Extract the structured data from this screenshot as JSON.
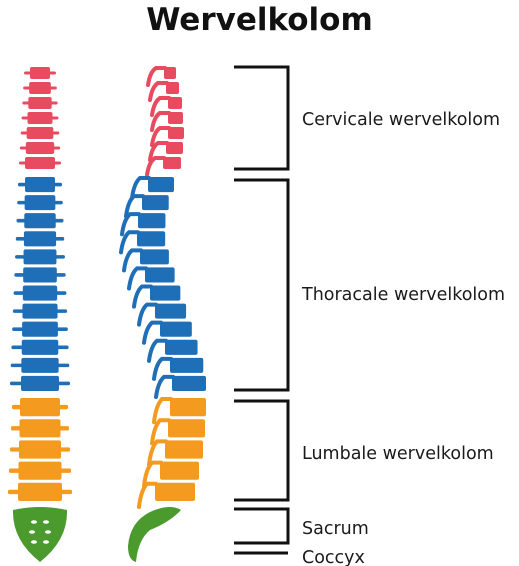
{
  "title": "Wervelkolom",
  "regions": [
    {
      "key": "cervical",
      "label": "Cervicale wervelkolom",
      "color": "#e84a5f",
      "vertebrae": 7
    },
    {
      "key": "thoracic",
      "label": "Thoracale wervelkolom",
      "color": "#1f6fb8",
      "vertebrae": 12
    },
    {
      "key": "lumbar",
      "label": "Lumbale wervelkolom",
      "color": "#f39a1f",
      "vertebrae": 5
    },
    {
      "key": "sacrum",
      "label": "Sacrum",
      "color": "#4a9a2e"
    },
    {
      "key": "coccyx",
      "label": "Coccyx",
      "color": "#4a9a2e"
    }
  ]
}
